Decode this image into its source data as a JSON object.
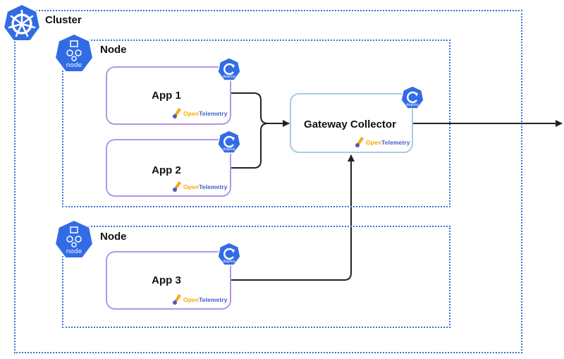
{
  "cluster": {
    "label": "Cluster"
  },
  "nodes": [
    {
      "label": "Node",
      "icon_text": "node"
    },
    {
      "label": "Node",
      "icon_text": "node"
    }
  ],
  "apps": [
    {
      "label": "App 1",
      "badge_text": "deploy"
    },
    {
      "label": "App 2",
      "badge_text": "deploy"
    },
    {
      "label": "App 3",
      "badge_text": "deploy"
    }
  ],
  "gateway": {
    "label": "Gateway Collector",
    "badge_text": "deploy"
  },
  "otel": {
    "text_open": "Open",
    "text_telemetry": "Telemetry"
  },
  "colors": {
    "k8s_blue": "#326ce5",
    "dotted_border": "#3b6fd4",
    "app_border": "#b497e2",
    "gateway_border": "#a7cbe4",
    "otel_orange": "#f5a800",
    "otel_blue": "#425cc7",
    "arrow": "#222222"
  }
}
